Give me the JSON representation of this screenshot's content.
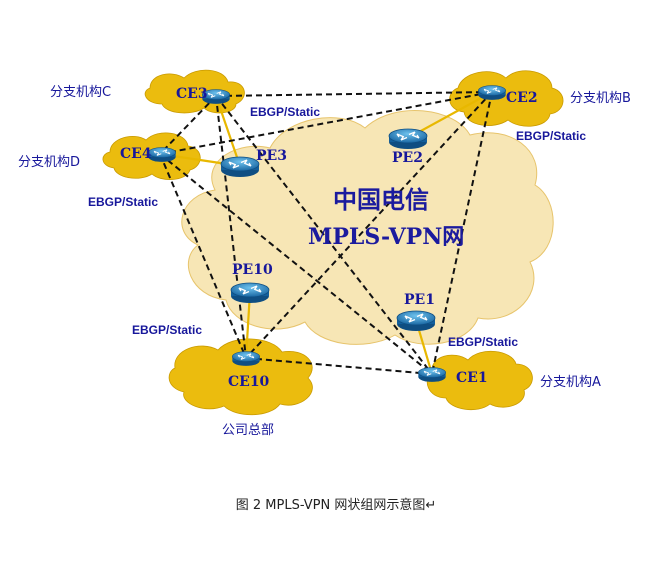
{
  "network": {
    "name_line1": "中国电信",
    "name_line2": "MPLS-VPN网"
  },
  "nodes": {
    "ce3": "CE3",
    "ce4": "CE4",
    "ce2": "CE2",
    "ce10": "CE10",
    "ce1": "CE1",
    "pe3": "PE3",
    "pe2": "PE2",
    "pe10": "PE10",
    "pe1": "PE1"
  },
  "sites": {
    "branch_c": "分支机构C",
    "branch_d": "分支机构D",
    "branch_b": "分支机构B",
    "branch_a": "分支机构A",
    "headquarters": "公司总部"
  },
  "links": {
    "ebgp_ce3": "EBGP/Static",
    "ebgp_ce4": "EBGP/Static",
    "ebgp_ce2": "EBGP/Static",
    "ebgp_ce10": "EBGP/Static",
    "ebgp_ce1": "EBGP/Static"
  },
  "caption": "图 2 MPLS-VPN 网状组网示意图↵",
  "colors": {
    "cloud_fill": "#f7e6b5",
    "site_fill": "#ebbc0e",
    "router": "#1e7fc2",
    "label_blue": "#17179b",
    "link_yellow": "#e8b800"
  }
}
